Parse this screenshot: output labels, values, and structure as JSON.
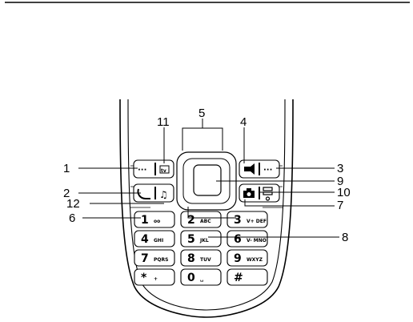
{
  "callouts": [
    "1",
    "2",
    "3",
    "4",
    "5",
    "6",
    "7",
    "8",
    "9",
    "10",
    "11",
    "12"
  ],
  "keys": [
    {
      "num": "1",
      "sub": "oo"
    },
    {
      "num": "2",
      "sub": "ABC"
    },
    {
      "num": "3",
      "sub": "V+ DEF"
    },
    {
      "num": "4",
      "sub": "GHI"
    },
    {
      "num": "5",
      "sub": "JKL"
    },
    {
      "num": "6",
      "sub": "V- MNO"
    },
    {
      "num": "7",
      "sub": "PQRS"
    },
    {
      "num": "8",
      "sub": "TUV"
    },
    {
      "num": "9",
      "sub": "WXYZ"
    },
    {
      "num": "*",
      "sub": "+"
    },
    {
      "num": "0",
      "sub": "␣"
    },
    {
      "num": "#",
      "sub": ""
    }
  ]
}
